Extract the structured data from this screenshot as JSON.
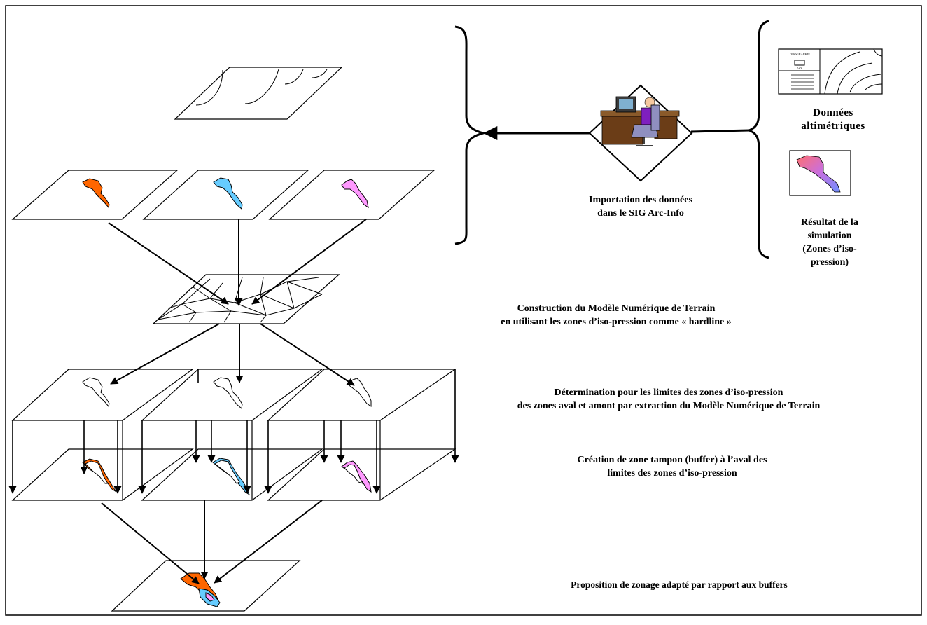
{
  "labels": {
    "donnees_alt": [
      "Données",
      "altimétriques"
    ],
    "import": [
      "Importation des données",
      "dans le SIG Arc-Info"
    ],
    "resultat": [
      "Résultat de la",
      "simulation",
      "(Zones d’iso-",
      "pression)"
    ],
    "construction": [
      "Construction du Modèle Numérique de Terrain",
      "en utilisant les zones d’iso-pression comme « hardline »"
    ],
    "determination": [
      "Détermination pour les limites des zones d’iso-pression",
      "des zones aval et amont par extraction du Modèle Numérique de Terrain"
    ],
    "creation": [
      "Création de zone tampon (buffer) à l’aval des",
      "limites des zones d’iso-pression"
    ],
    "proposition": [
      "Proposition de zonage adapté par rapport aux buffers"
    ]
  },
  "map_thumbnail": {
    "title": "OROGRAPHIE",
    "subtitle": "IGN"
  },
  "icons": {
    "computer_user": "computer-user-icon",
    "topo_map": "topographic-map-icon",
    "simulation_map": "simulation-result-icon"
  },
  "colors": {
    "orange": "#ff6600",
    "cyan": "#66ccff",
    "pink": "#ff99ff",
    "purple_person": "#7f1fbf",
    "desk_brown": "#6b3d17",
    "chair_gray": "#8f8fbf"
  }
}
